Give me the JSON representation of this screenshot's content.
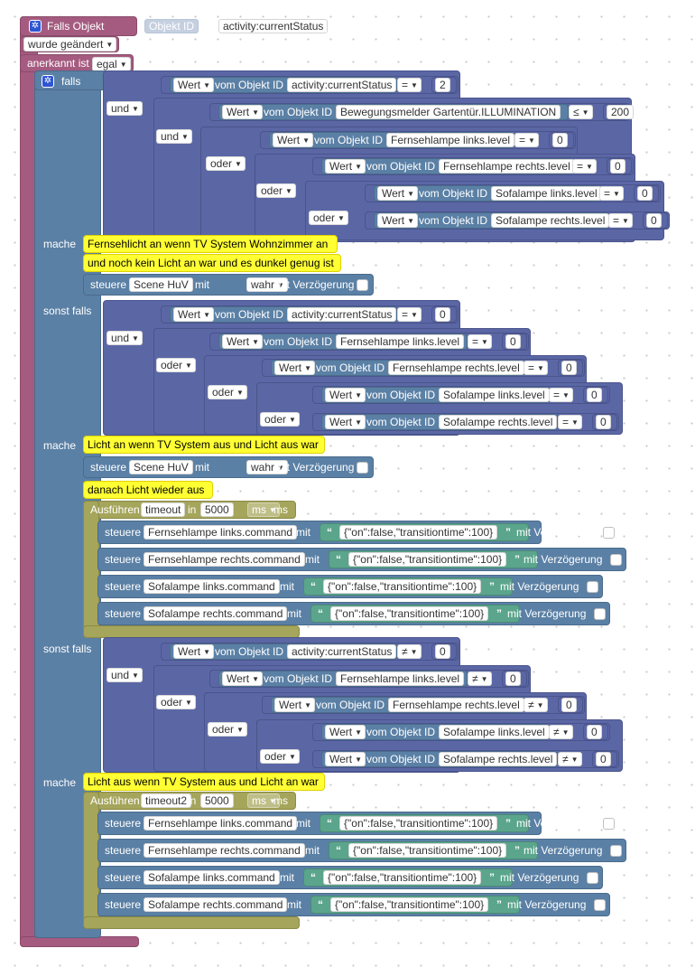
{
  "event": {
    "title": "Falls Objekt",
    "object_label": "Objekt ID",
    "object_value": "activity:currentStatus",
    "trigger": "wurde geändert",
    "ack_label": "anerkannt ist",
    "ack_value": "egal"
  },
  "common": {
    "falls": "falls",
    "mache": "mache",
    "sonst_falls": "sonst falls",
    "und": "und",
    "oder": "oder",
    "wert": "Wert",
    "vom_objekt": "vom Objekt ID",
    "steuere": "steuere",
    "mit": "mit",
    "mit_verzoegerung": "mit Verzögerung",
    "ausfuehren": "Ausführen",
    "in": "in",
    "ms": "ms",
    "open_quote": "“",
    "close_quote": "”",
    "payload": "{\"on\":false,\"transitiontime\":100}"
  },
  "ids": {
    "status": "activity:currentStatus",
    "illum": "Bewegungsmelder Gartentür.ILLUMINATION",
    "fl_level": "Fernsehlampe links.level",
    "fr_level": "Fernsehlampe rechts.level",
    "sl_level": "Sofalampe links.level",
    "sr_level": "Sofalampe rechts.level",
    "fl_cmd": "Fernsehlampe links.command",
    "fr_cmd": "Fernsehlampe rechts.command",
    "sl_cmd": "Sofalampe links.command",
    "sr_cmd": "Sofalampe rechts.command",
    "scene": "Scene HuV"
  },
  "ops": {
    "eq": "=",
    "le": "≤",
    "ne": "≠"
  },
  "nums": {
    "two": "2",
    "zero": "0",
    "illum_limit": "200"
  },
  "scene_value": "wahr",
  "comments": {
    "c1": "Fernsehlicht an wenn TV System Wohnzimmer an",
    "c2": "und noch kein Licht an war und es dunkel genug ist",
    "c3": "Licht an wenn TV System aus und Licht aus war",
    "c4": "danach Licht wieder aus",
    "c5": "Licht aus wenn TV System aus und Licht an war"
  },
  "timeouts": {
    "t1_name": "timeout",
    "t2_name": "timeout2",
    "delay": "5000",
    "unit": "ms"
  }
}
